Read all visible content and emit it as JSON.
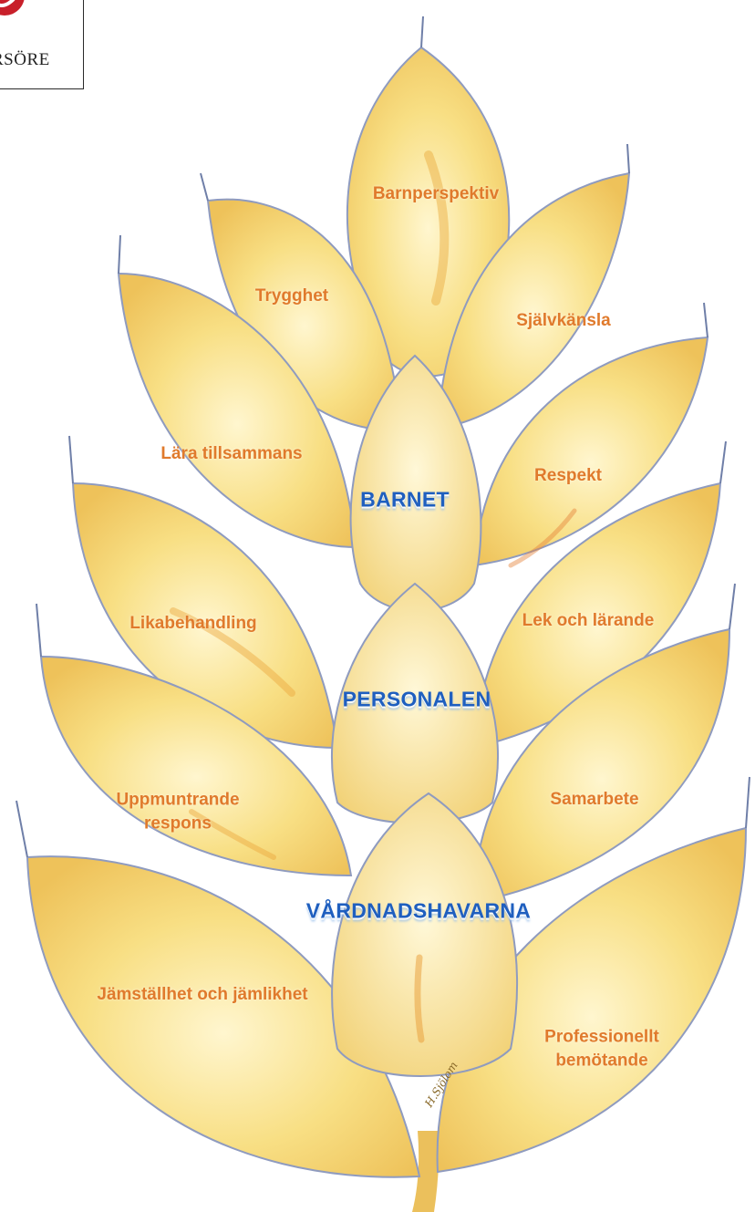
{
  "logo": {
    "text": "RSÖRE"
  },
  "core_labels": {
    "barnet": "BARNET",
    "personalen": "PERSONALEN",
    "vardnadshavarna": "VÅRDNADSHAVARNA"
  },
  "value_labels": {
    "barnperspektiv": "Barnperspektiv",
    "trygghet": "Trygghet",
    "sjalvkansla": "Självkänsla",
    "lara_tillsammans": "Lära tillsammans",
    "respekt": "Respekt",
    "likabehandling": "Likabehandling",
    "lek_och_larande": "Lek och lärande",
    "uppmuntrande_line1": "Uppmuntrande",
    "uppmuntrande_line2": "respons",
    "samarbete": "Samarbete",
    "jamstallhet": "Jämställhet och jämlikhet",
    "professionellt_line1": "Professionellt",
    "professionellt_line2": "bemötande"
  },
  "signature": "H.Sjölom",
  "colors": {
    "grain_fill": "#f6d874",
    "grain_edge": "#8f9bbf",
    "label_orange": "#e07a2c",
    "core_blue": "#1f5fbf",
    "logo_red": "#c8202a"
  }
}
